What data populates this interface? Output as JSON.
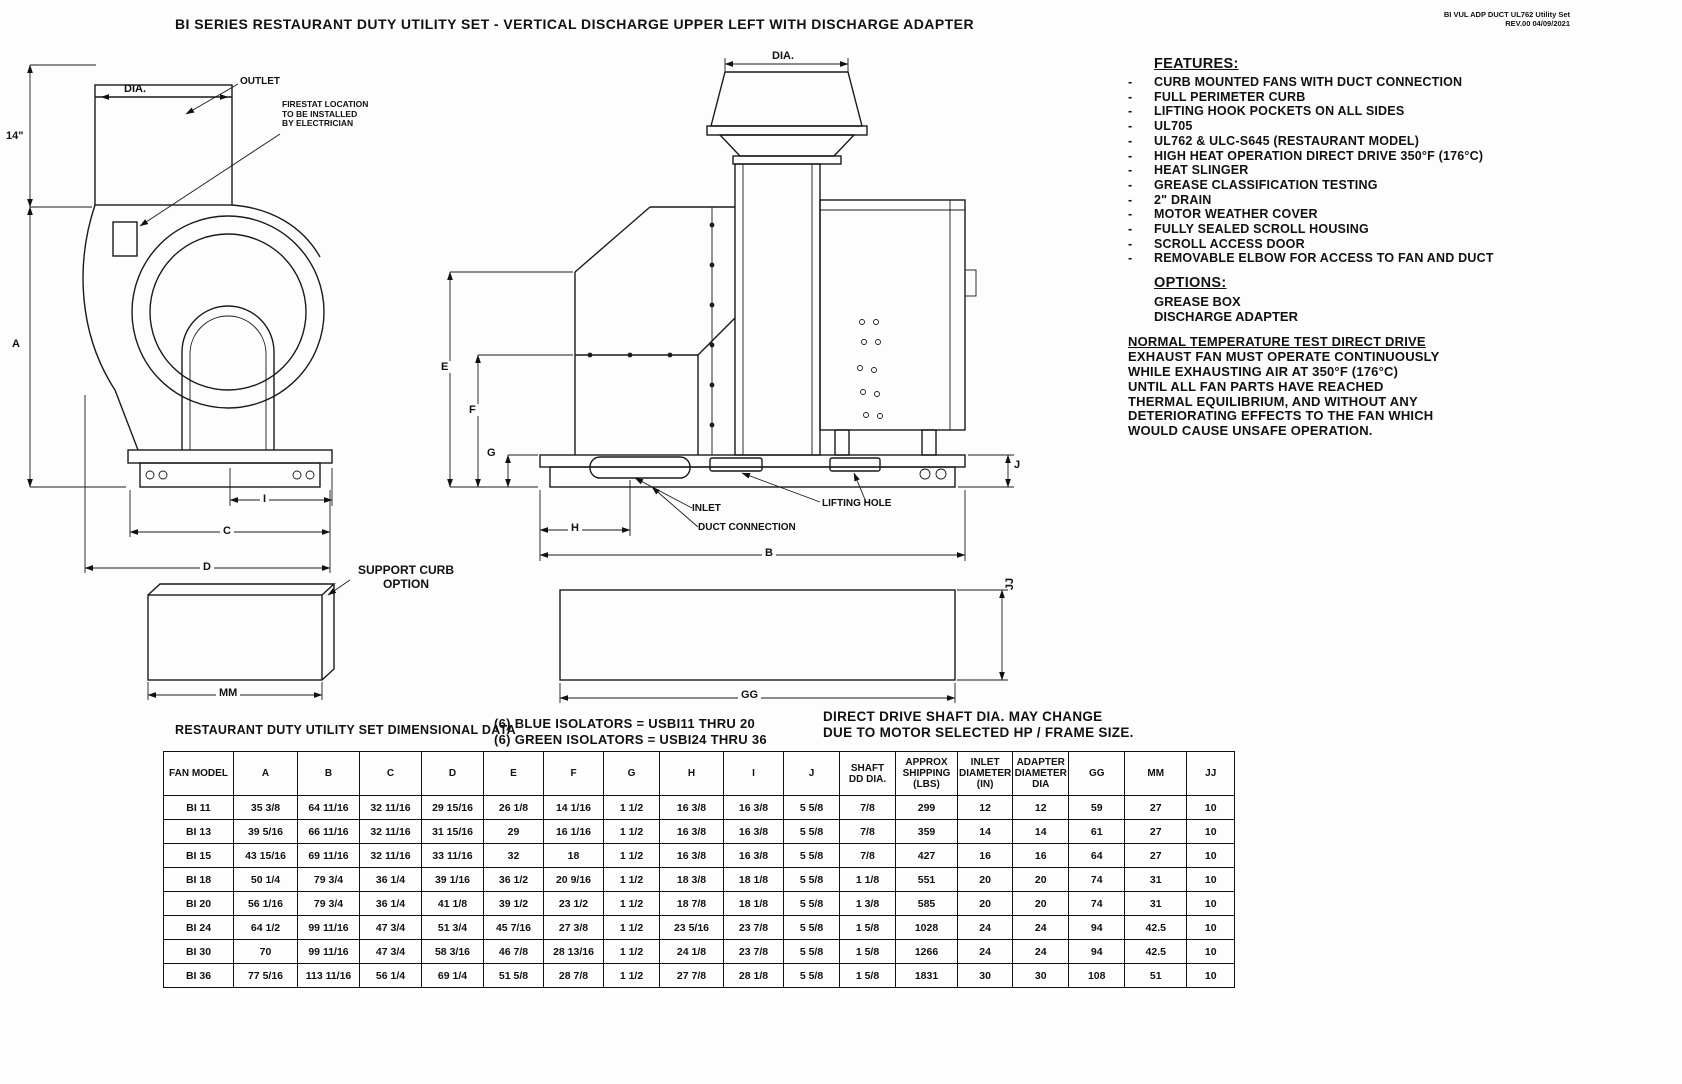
{
  "title": "BI SERIES RESTAURANT DUTY UTILITY SET - VERTICAL DISCHARGE UPPER LEFT WITH DISCHARGE ADAPTER",
  "doc_ref": {
    "line1": "BI VUL ADP DUCT UL762 Utility Set",
    "line2": "REV.00  04/09/2021"
  },
  "features": {
    "heading": "FEATURES:",
    "items": [
      "CURB MOUNTED FANS WITH DUCT CONNECTION",
      "FULL PERIMETER CURB",
      "LIFTING HOOK POCKETS ON ALL SIDES",
      "UL705",
      "UL762 & ULC-S645 (RESTAURANT MODEL)",
      "HIGH HEAT OPERATION DIRECT DRIVE 350°F (176°C)",
      "HEAT SLINGER",
      "GREASE CLASSIFICATION TESTING",
      "2\" DRAIN",
      "MOTOR WEATHER COVER",
      "FULLY SEALED SCROLL HOUSING",
      "SCROLL ACCESS DOOR",
      "REMOVABLE ELBOW FOR ACCESS TO FAN AND DUCT"
    ]
  },
  "options": {
    "heading": "OPTIONS:",
    "items": [
      "GREASE BOX",
      "DISCHARGE ADAPTER"
    ]
  },
  "normal_temp_note": {
    "heading": "NORMAL TEMPERATURE TEST DIRECT DRIVE",
    "body": "EXHAUST FAN MUST OPERATE CONTINUOUSLY\nWHILE EXHAUSTING AIR AT 350°F (176°C)\nUNTIL ALL FAN PARTS HAVE REACHED\nTHERMAL EQUILIBRIUM, AND WITHOUT ANY\nDETERIORATING EFFECTS TO THE FAN WHICH\nWOULD CAUSE UNSAFE OPERATION."
  },
  "front_view": {
    "dim_dia": "DIA.",
    "outlet_label": "OUTLET",
    "firestat_note": "FIRESTAT LOCATION\nTO BE INSTALLED\nBY ELECTRICIAN",
    "dim_14": "14\"",
    "dim_a": "A",
    "dim_i": "I",
    "dim_c": "C",
    "dim_d": "D",
    "support_curb_label": "SUPPORT CURB\nOPTION",
    "dim_mm": "MM"
  },
  "side_view": {
    "dim_dia": "DIA.",
    "dim_e": "E",
    "dim_f": "F",
    "dim_g": "G",
    "dim_h": "H",
    "dim_b": "B",
    "dim_j": "J",
    "inlet_label": "INLET",
    "duct_connection_label": "DUCT CONNECTION",
    "lifting_hole_label": "LIFTING HOLE",
    "dim_jj": "JJ",
    "dim_gg": "GG"
  },
  "notes": {
    "isolators": "(6) BLUE ISOLATORS = USBI11 THRU 20\n(6) GREEN ISOLATORS = USBI24 THRU 36",
    "shaft": "DIRECT DRIVE SHAFT DIA. MAY CHANGE\nDUE TO MOTOR SELECTED HP / FRAME SIZE."
  },
  "table": {
    "title": "RESTAURANT DUTY UTILITY SET DIMENSIONAL DATA",
    "headers": [
      "FAN MODEL",
      "A",
      "B",
      "C",
      "D",
      "E",
      "F",
      "G",
      "H",
      "I",
      "J",
      "SHAFT\nDD DIA.",
      "APPROX\nSHIPPING\n(LBS)",
      "INLET\nDIAMETER\n(IN)",
      "ADAPTER\nDIAMETER\nDIA",
      "GG",
      "MM",
      "JJ"
    ],
    "rows": [
      [
        "BI 11",
        "35 3/8",
        "64 11/16",
        "32 11/16",
        "29 15/16",
        "26 1/8",
        "14 1/16",
        "1 1/2",
        "16 3/8",
        "16 3/8",
        "5 5/8",
        "7/8",
        "299",
        "12",
        "12",
        "59",
        "27",
        "10"
      ],
      [
        "BI 13",
        "39 5/16",
        "66 11/16",
        "32 11/16",
        "31 15/16",
        "29",
        "16 1/16",
        "1 1/2",
        "16 3/8",
        "16 3/8",
        "5 5/8",
        "7/8",
        "359",
        "14",
        "14",
        "61",
        "27",
        "10"
      ],
      [
        "BI 15",
        "43 15/16",
        "69 11/16",
        "32 11/16",
        "33 11/16",
        "32",
        "18",
        "1 1/2",
        "16 3/8",
        "16 3/8",
        "5 5/8",
        "7/8",
        "427",
        "16",
        "16",
        "64",
        "27",
        "10"
      ],
      [
        "BI 18",
        "50 1/4",
        "79 3/4",
        "36 1/4",
        "39 1/16",
        "36 1/2",
        "20 9/16",
        "1 1/2",
        "18 3/8",
        "18 1/8",
        "5 5/8",
        "1 1/8",
        "551",
        "20",
        "20",
        "74",
        "31",
        "10"
      ],
      [
        "BI 20",
        "56 1/16",
        "79 3/4",
        "36 1/4",
        "41 1/8",
        "39 1/2",
        "23 1/2",
        "1 1/2",
        "18 7/8",
        "18 1/8",
        "5 5/8",
        "1 3/8",
        "585",
        "20",
        "20",
        "74",
        "31",
        "10"
      ],
      [
        "BI 24",
        "64 1/2",
        "99 11/16",
        "47 3/4",
        "51 3/4",
        "45 7/16",
        "27 3/8",
        "1 1/2",
        "23 5/16",
        "23 7/8",
        "5 5/8",
        "1 5/8",
        "1028",
        "24",
        "24",
        "94",
        "42.5",
        "10"
      ],
      [
        "BI 30",
        "70",
        "99 11/16",
        "47 3/4",
        "58 3/16",
        "46 7/8",
        "28 13/16",
        "1 1/2",
        "24 1/8",
        "23 7/8",
        "5 5/8",
        "1 5/8",
        "1266",
        "24",
        "24",
        "94",
        "42.5",
        "10"
      ],
      [
        "BI 36",
        "77 5/16",
        "113 11/16",
        "56 1/4",
        "69 1/4",
        "51 5/8",
        "28 7/8",
        "1 1/2",
        "27 7/8",
        "28 1/8",
        "5 5/8",
        "1 5/8",
        "1831",
        "30",
        "30",
        "108",
        "51",
        "10"
      ]
    ]
  }
}
